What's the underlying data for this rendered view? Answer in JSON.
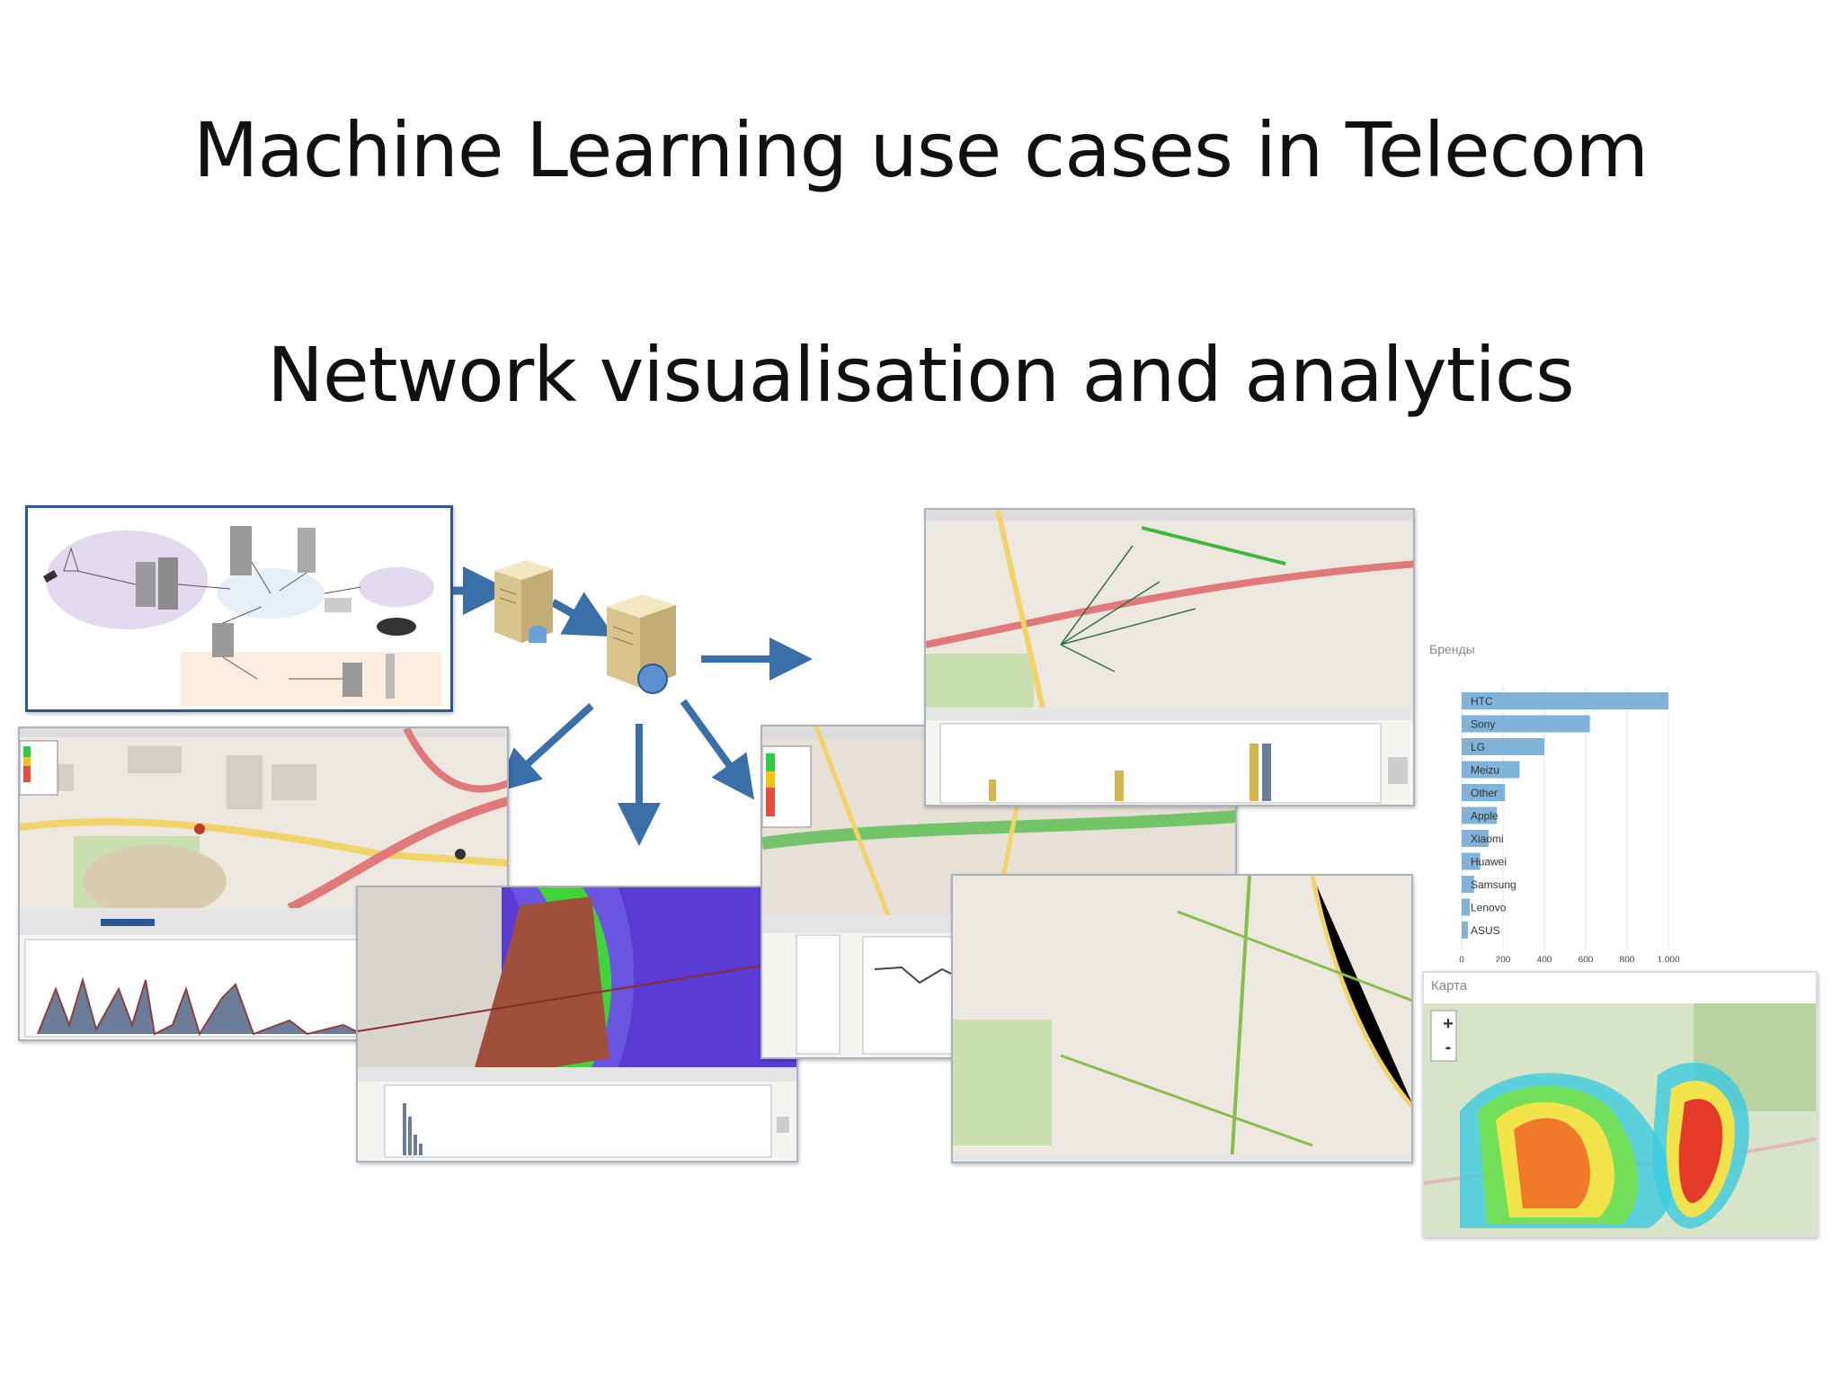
{
  "slide": {
    "title": "Machine Learning use cases in Telecom",
    "subtitle": "Network visualisation and analytics"
  },
  "device_panel": {
    "label": "Бренды"
  },
  "heatmap_panel": {
    "label": "Карта",
    "zoom_in": "+",
    "zoom_out": "-"
  },
  "chart_data": {
    "type": "bar",
    "orientation": "horizontal",
    "categories": [
      "HTC",
      "Sony",
      "LG",
      "Meizu",
      "Other",
      "Apple",
      "Xiaomi",
      "Huawei",
      "Samsung",
      "Lenovo",
      "ASUS"
    ],
    "values": [
      1000,
      620,
      400,
      280,
      210,
      170,
      130,
      90,
      60,
      40,
      30
    ],
    "xlim": [
      0,
      1000
    ],
    "xticks": [
      "0",
      "200",
      "400",
      "600",
      "800",
      "1,000"
    ],
    "bar_color": "#7fb3d9"
  },
  "colors": {
    "arrow": "#3b6fa8",
    "map_bg": "#ece8df",
    "road_red": "#e07a7a",
    "road_yellow": "#f2d36a",
    "park_green": "#c9dfb0",
    "cell_icon": "#1b2d8f"
  }
}
